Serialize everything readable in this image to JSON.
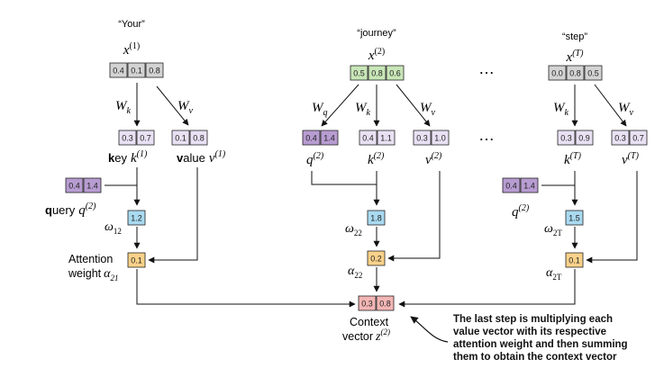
{
  "colors": {
    "x": "#d3d3d3",
    "x_mid": "#c8e6b7",
    "key": "#e8e1f3",
    "value": "#e8e1f3",
    "query": "#b79cd1",
    "score": "#a9daf0",
    "weight": "#fbd28a",
    "context": "#f4b5b5"
  },
  "tokens": [
    {
      "word": "“Your”",
      "x_sym": "x",
      "x_sup": "(1)",
      "x_vals": [
        "0.4",
        "0.1",
        "0.8"
      ]
    },
    {
      "word": "“journey”",
      "x_sym": "x",
      "x_sup": "(2)",
      "x_vals": [
        "0.5",
        "0.8",
        "0.6"
      ]
    },
    {
      "word": "“step”",
      "x_sym": "x",
      "x_sup": "(T)",
      "x_vals": [
        "0.0",
        "0.8",
        "0.5"
      ]
    }
  ],
  "ellipsis": "…",
  "weights": {
    "Wk": "W",
    "Wk_sub": "k",
    "Wv": "W",
    "Wv_sub": "v",
    "Wq": "W",
    "Wq_sub": "q"
  },
  "col1": {
    "key_vals": [
      "0.3",
      "0.7"
    ],
    "value_vals": [
      "0.1",
      "0.8"
    ],
    "key_bold": "k",
    "key_rest": "ey",
    "key_sym": "k",
    "key_sup": "(1)",
    "value_bold": "v",
    "value_rest": "alue",
    "value_sym": "v",
    "value_sup": "(1)",
    "query_vals": [
      "0.4",
      "1.4"
    ],
    "query_bold": "q",
    "query_rest": "uery",
    "query_sym": "q",
    "query_sup": "(2)",
    "score": "1.2",
    "score_sym": "ω",
    "score_sub": "12",
    "weight": "0.1",
    "weight_label1": "Attention",
    "weight_label2": "weight",
    "weight_sym": "α",
    "weight_sub": "21"
  },
  "col2": {
    "query_vals": [
      "0.4",
      "1.4"
    ],
    "query_sym": "q",
    "query_sup": "(2)",
    "key_vals": [
      "0.4",
      "1.1"
    ],
    "key_sym": "k",
    "key_sup": "(2)",
    "value_vals": [
      "0.3",
      "1.0"
    ],
    "value_sym": "v",
    "value_sup": "(2)",
    "score": "1.8",
    "score_sym": "ω",
    "score_sub": "22",
    "weight": "0.2",
    "weight_sym": "α",
    "weight_sub": "22"
  },
  "col3": {
    "key_vals": [
      "0.3",
      "0.9"
    ],
    "key_sym": "k",
    "key_sup": "(T)",
    "value_vals": [
      "0.3",
      "0.7"
    ],
    "value_sym": "v",
    "value_sup": "(T)",
    "query_vals": [
      "0.4",
      "1.4"
    ],
    "query_sym": "q",
    "query_sup": "(2)",
    "score": "1.5",
    "score_sym": "ω",
    "score_sub": "2T",
    "weight": "0.1",
    "weight_sym": "α",
    "weight_sub": "2T"
  },
  "context": {
    "vals": [
      "0.3",
      "0.8"
    ],
    "label1": "Context",
    "label2": "vector",
    "sym": "z",
    "sup": "(2)"
  },
  "annotation": [
    "The last step is multiplying each",
    "value vector with its respective",
    "attention weight and then summing",
    "them to obtain the context vector"
  ]
}
